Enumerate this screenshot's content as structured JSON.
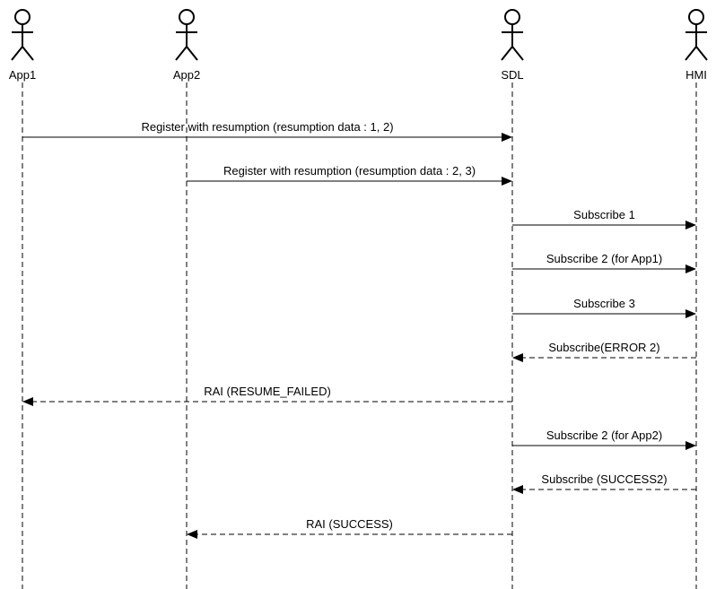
{
  "participants": [
    {
      "id": "app1",
      "label": "App1"
    },
    {
      "id": "app2",
      "label": "App2"
    },
    {
      "id": "sdl",
      "label": "SDL"
    },
    {
      "id": "hmi",
      "label": "HMI"
    }
  ],
  "messages": [
    {
      "from": "app1",
      "to": "sdl",
      "label": "Register with resumption (resumption data : 1, 2)",
      "style": "solid"
    },
    {
      "from": "app2",
      "to": "sdl",
      "label": "Register with resumption (resumption data : 2, 3)",
      "style": "solid"
    },
    {
      "from": "sdl",
      "to": "hmi",
      "label": "Subscribe 1",
      "style": "solid"
    },
    {
      "from": "sdl",
      "to": "hmi",
      "label": "Subscribe 2 (for App1)",
      "style": "solid"
    },
    {
      "from": "sdl",
      "to": "hmi",
      "label": "Subscribe 3",
      "style": "solid"
    },
    {
      "from": "hmi",
      "to": "sdl",
      "label": "Subscribe(ERROR 2)",
      "style": "dashed"
    },
    {
      "from": "sdl",
      "to": "app1",
      "label": "RAI (RESUME_FAILED)",
      "style": "dashed"
    },
    {
      "from": "sdl",
      "to": "hmi",
      "label": "Subscribe 2 (for App2)",
      "style": "solid"
    },
    {
      "from": "hmi",
      "to": "sdl",
      "label": "Subscribe (SUCCESS2)",
      "style": "dashed"
    },
    {
      "from": "sdl",
      "to": "app2",
      "label": "RAI (SUCCESS)",
      "style": "dashed"
    }
  ]
}
